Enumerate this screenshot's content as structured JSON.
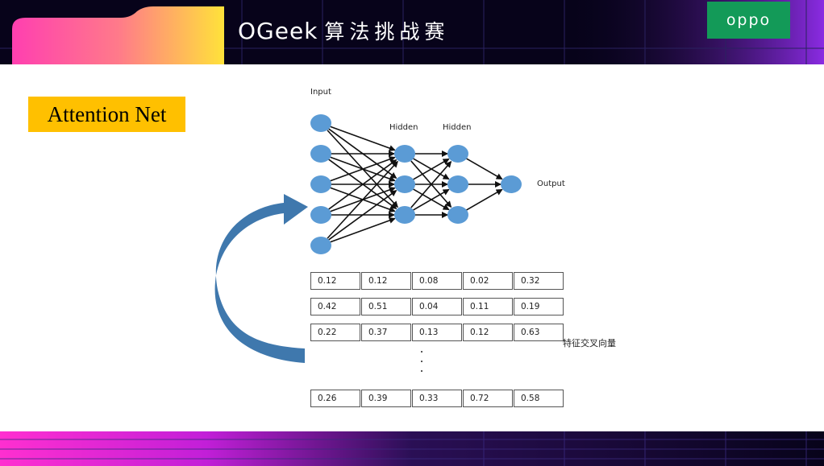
{
  "header": {
    "logo_mark": "OGeek",
    "logo_text": "算法挑战赛",
    "brand": "oppo"
  },
  "slide": {
    "title": "Attention Net"
  },
  "network": {
    "layers": [
      {
        "label": "Input",
        "nodes": 5
      },
      {
        "label": "Hidden",
        "nodes": 3
      },
      {
        "label": "Hidden",
        "nodes": 3
      },
      {
        "label": "Output",
        "nodes": 1
      }
    ],
    "node_color": "#5b9bd5"
  },
  "vectors": {
    "label": "特征交叉向量",
    "rows": [
      [
        "0.12",
        "0.12",
        "0.08",
        "0.02",
        "0.32"
      ],
      [
        "0.42",
        "0.51",
        "0.04",
        "0.11",
        "0.19"
      ],
      [
        "0.22",
        "0.37",
        "0.13",
        "0.12",
        "0.63"
      ],
      [
        "0.26",
        "0.39",
        "0.33",
        "0.72",
        "0.58"
      ]
    ]
  },
  "colors": {
    "title_bg": "#ffc000",
    "brand_bg": "#139a58",
    "arrow": "#3f78ad"
  }
}
